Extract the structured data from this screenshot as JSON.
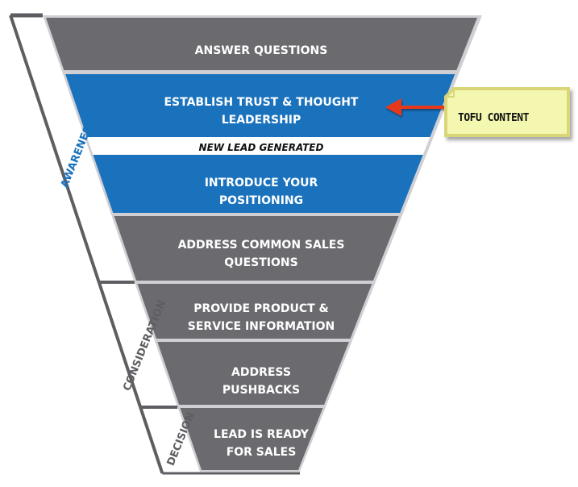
{
  "colors": {
    "gray_stage": "#6b6b6f",
    "blue_stage": "#1a72bd",
    "phase_border": "#5e5e62",
    "phase_inner": "#c8c8cc",
    "awareness_label": "#1a72bd",
    "other_phase_label": "#5e5e62",
    "note_fill": "#f4f7b0",
    "note_border": "#d9d67a",
    "arrow": "#e8391e"
  },
  "stages": [
    {
      "lines": [
        "ANSWER QUESTIONS"
      ],
      "color": "gray"
    },
    {
      "lines": [
        "ESTABLISH TRUST & THOUGHT",
        "LEADERSHIP"
      ],
      "color": "blue"
    },
    {
      "lines": [
        "INTRODUCE YOUR",
        "POSITIONING"
      ],
      "color": "blue"
    },
    {
      "lines": [
        "ADDRESS COMMON SALES",
        "QUESTIONS"
      ],
      "color": "gray"
    },
    {
      "lines": [
        "PROVIDE PRODUCT &",
        "SERVICE INFORMATION"
      ],
      "color": "gray"
    },
    {
      "lines": [
        "ADDRESS",
        "PUSHBACKS"
      ],
      "color": "gray"
    },
    {
      "lines": [
        "LEAD IS READY",
        "FOR SALES"
      ],
      "color": "gray"
    }
  ],
  "milestone": "NEW LEAD GENERATED",
  "phases": [
    {
      "label": "AWARENESS",
      "color": "awareness"
    },
    {
      "label": "CONSIDERATION",
      "color": "other"
    },
    {
      "label": "DECISION",
      "color": "other"
    }
  ],
  "callout": {
    "text": "TOFU CONTENT",
    "points_to": "ESTABLISH TRUST & THOUGHT LEADERSHIP"
  }
}
